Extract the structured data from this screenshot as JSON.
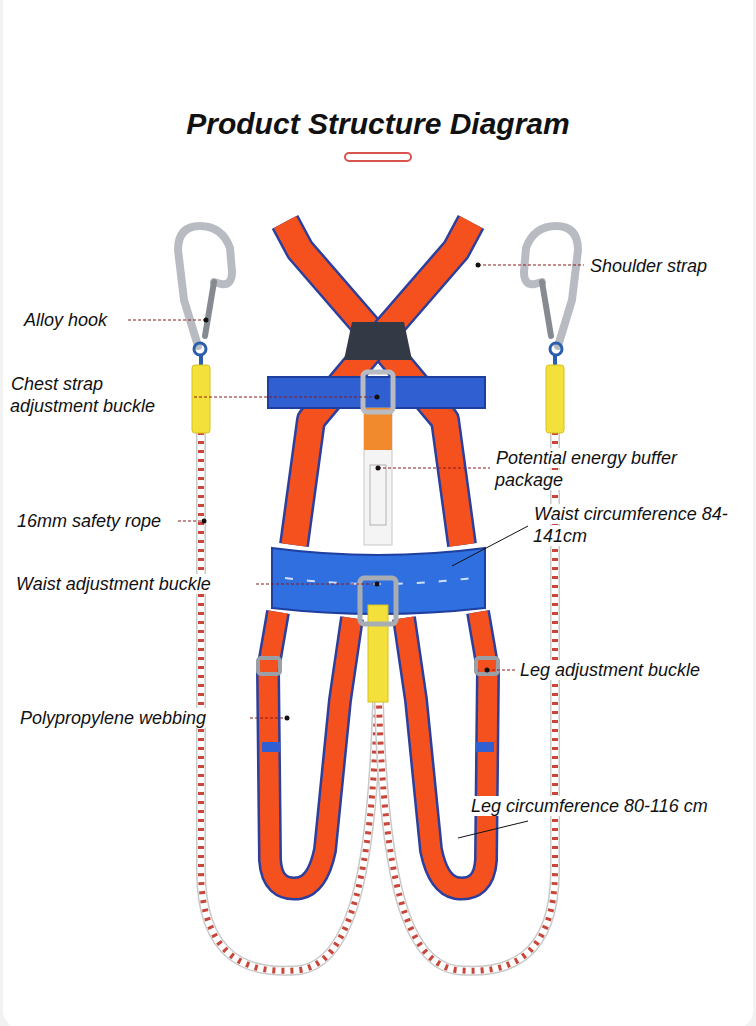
{
  "diagram": {
    "title": "Product Structure Diagram",
    "labels": [
      "Shoulder strap",
      "Alloy hook",
      "Chest strap adjustment buckle",
      "Potential energy buffer package",
      "16mm safety rope",
      "Waist circumference 84-141cm",
      "Waist adjustment buckle",
      "Leg adjustment buckle",
      "Polypropylene webbing",
      "Leg circumference 80-116 cm"
    ]
  }
}
